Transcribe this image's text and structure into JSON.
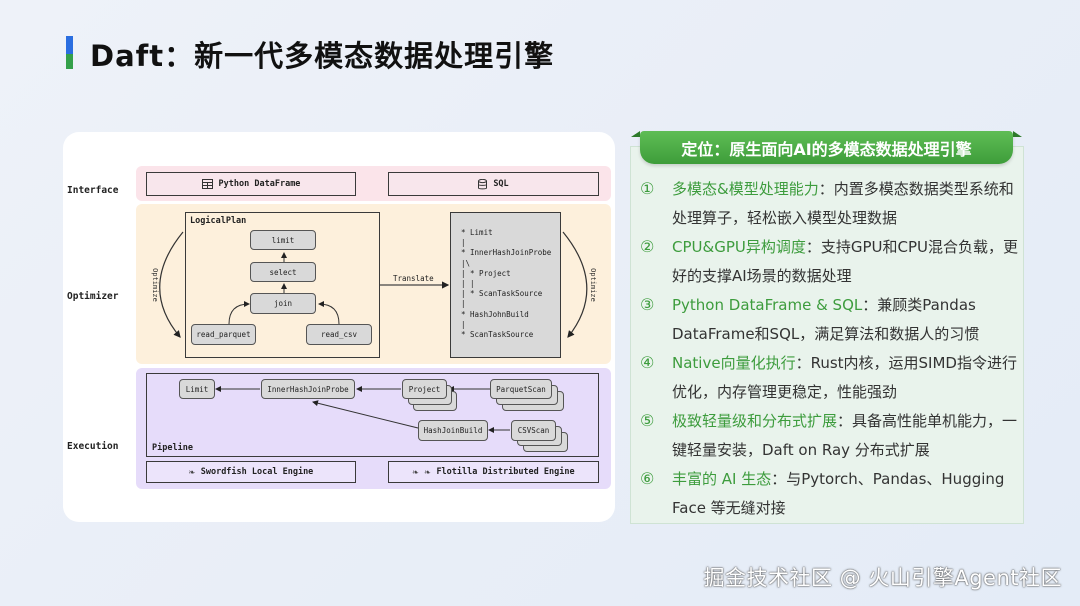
{
  "title": "Daft：新一代多模态数据处理引擎",
  "accent_colors": {
    "blue": "#2a6ee0",
    "green": "#34a04a",
    "highlight": "#3d9c3d"
  },
  "diagram": {
    "layers": {
      "interface": "Interface",
      "optimizer": "Optimizer",
      "execution": "Execution"
    },
    "interface": {
      "python_dataframe": {
        "label": "Python DataFrame",
        "icon": "table-icon"
      },
      "sql": {
        "label": "SQL",
        "icon": "database-icon"
      }
    },
    "optimizer": {
      "logical_plan_title": "LogicalPlan",
      "nodes": {
        "limit": "limit",
        "select": "select",
        "join": "join",
        "read_parquet": "read_parquet",
        "read_csv": "read_csv"
      },
      "optimize_left": "Optimize",
      "optimize_right": "Optimize",
      "translate": "Translate",
      "physical_plan_lines": [
        "* Limit",
        "|",
        "* InnerHashJoinProbe",
        "|\\",
        "| * Project",
        "| |",
        "| * ScanTaskSource",
        "|",
        "* HashJohnBuild",
        "|",
        "* ScanTaskSource"
      ]
    },
    "execution": {
      "pipeline_title": "Pipeline",
      "nodes": {
        "limit": "Limit",
        "inner_hash_join_probe": "InnerHashJoinProbe",
        "project": "Project",
        "parquet_scan": "ParquetScan",
        "hash_join_build": "HashJoinBuild",
        "csv_scan": "CSVScan"
      },
      "engines": {
        "local": {
          "label": "Swordfish Local Engine",
          "icon": "swordfish-icon"
        },
        "distributed": {
          "label": "Flotilla Distributed Engine",
          "icon": "swordfish-fleet-icon"
        }
      }
    }
  },
  "positioning": {
    "header": "定位：原生面向AI的多模态数据处理引擎",
    "features": [
      {
        "num": "①",
        "highlight": "多模态&模型处理能力",
        "text": "：内置多模态数据类型系统和处理算子，轻松嵌入模型处理数据"
      },
      {
        "num": "②",
        "highlight": "CPU&GPU异构调度",
        "text": "：支持GPU和CPU混合负载，更好的支撑AI场景的数据处理"
      },
      {
        "num": "③",
        "highlight": "Python DataFrame & SQL",
        "text": "：兼顾类Pandas DataFrame和SQL，满足算法和数据人的习惯"
      },
      {
        "num": "④",
        "highlight": "Native向量化执行",
        "text": "：Rust内核，运用SIMD指令进行优化，内存管理更稳定，性能强劲"
      },
      {
        "num": "⑤",
        "highlight": "极致轻量级和分布式扩展",
        "text": "：具备高性能单机能力，一键轻量安装，Daft on Ray 分布式扩展"
      },
      {
        "num": "⑥",
        "highlight": "丰富的 AI 生态",
        "text": "：与Pytorch、Pandas、Hugging Face 等无缝对接"
      }
    ]
  },
  "footer": "掘金技术社区 @ 火山引擎Agent社区"
}
